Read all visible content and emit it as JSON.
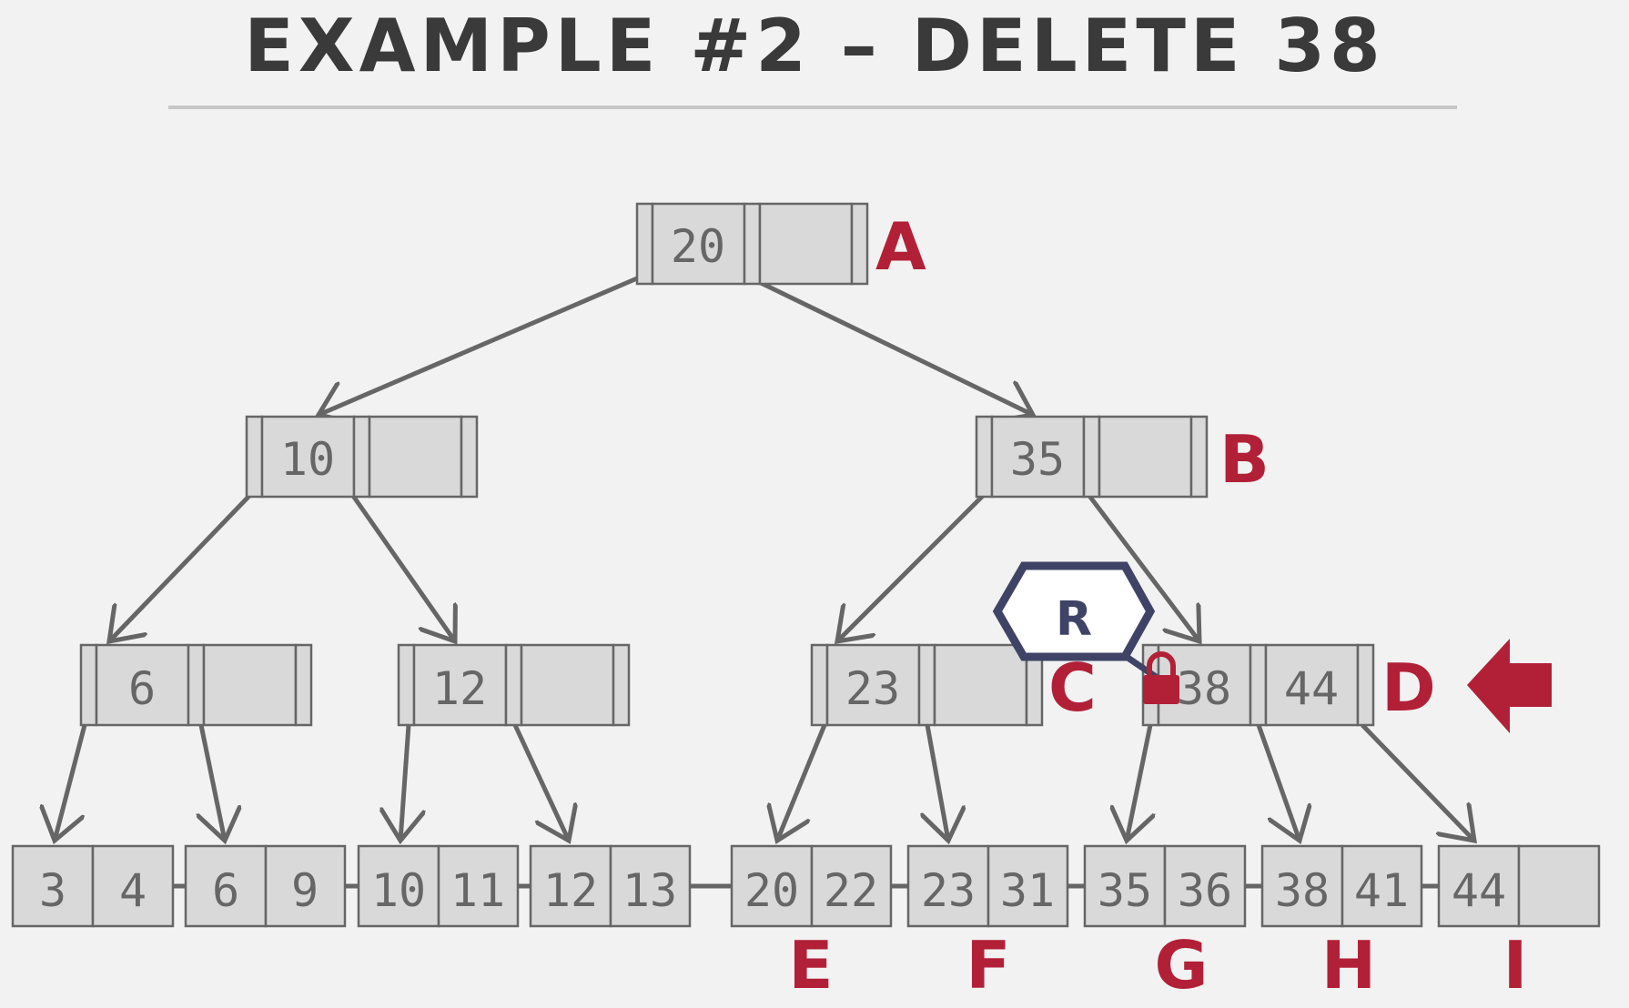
{
  "title": "EXAMPLE #2 – DELETE 38",
  "colors": {
    "accent": "#b22038",
    "node_fill": "#d9d9d9",
    "stroke": "#666666",
    "latch": "#3f4466"
  },
  "tree": {
    "root": {
      "label": "A",
      "keys": [
        "20"
      ]
    },
    "inner": [
      {
        "keys": [
          "10"
        ],
        "label": ""
      },
      {
        "keys": [
          "35"
        ],
        "label": "B"
      }
    ],
    "level2": [
      {
        "keys": [
          "6"
        ],
        "label": ""
      },
      {
        "keys": [
          "12"
        ],
        "label": ""
      },
      {
        "keys": [
          "23"
        ],
        "label": "C"
      },
      {
        "keys": [
          "38",
          "44"
        ],
        "label": "D"
      }
    ],
    "leaves": [
      {
        "keys": [
          "3",
          "4"
        ],
        "label": ""
      },
      {
        "keys": [
          "6",
          "9"
        ],
        "label": ""
      },
      {
        "keys": [
          "10",
          "11"
        ],
        "label": ""
      },
      {
        "keys": [
          "12",
          "13"
        ],
        "label": ""
      },
      {
        "keys": [
          "20",
          "22"
        ],
        "label": "E"
      },
      {
        "keys": [
          "23",
          "31"
        ],
        "label": "F"
      },
      {
        "keys": [
          "35",
          "36"
        ],
        "label": "G"
      },
      {
        "keys": [
          "38",
          "41"
        ],
        "label": "H"
      },
      {
        "keys": [
          "44"
        ],
        "label": "I"
      }
    ]
  },
  "latch": {
    "mode": "R"
  },
  "icons": {
    "latch": "hexagon-latch-icon",
    "lock": "lock-icon",
    "pointer": "arrow-left-icon"
  }
}
